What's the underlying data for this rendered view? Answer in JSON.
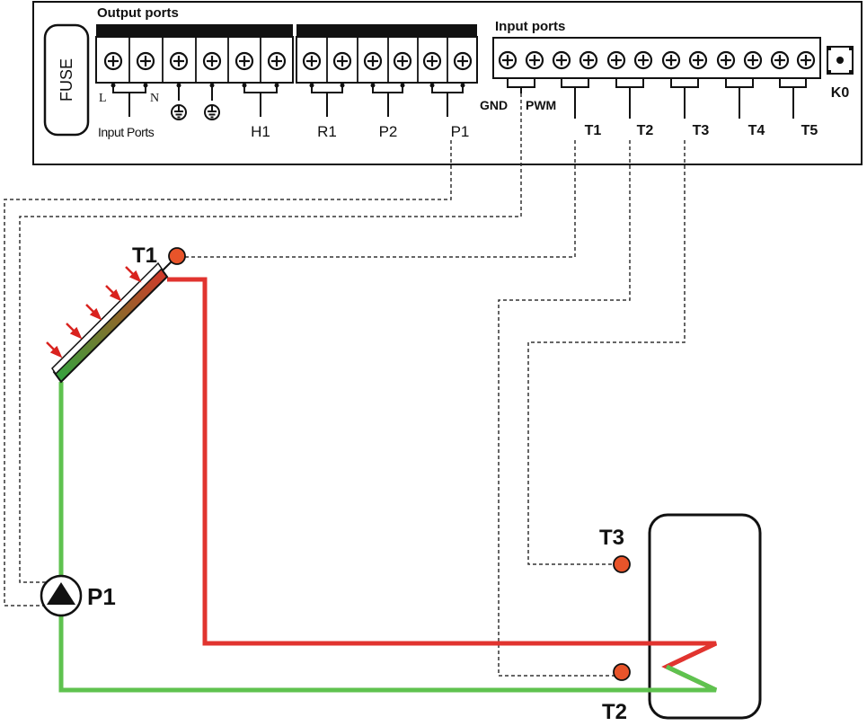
{
  "controller": {
    "fuse_label": "FUSE",
    "output_title": "Output ports",
    "input_title": "Input ports",
    "output_labels": {
      "L": "L",
      "N": "N",
      "input_ports": "Input Ports",
      "H1": "H1",
      "R1": "R1",
      "P2": "P2",
      "P1": "P1"
    },
    "input_labels": {
      "GND": "GND",
      "PWM": "PWM",
      "T1": "T1",
      "T2": "T2",
      "T3": "T3",
      "T4": "T4",
      "T5": "T5"
    },
    "button_label": "K0"
  },
  "system": {
    "collector_sensor": "T1",
    "pump": "P1",
    "tank_top_sensor": "T3",
    "tank_bottom_sensor": "T2"
  },
  "colors": {
    "hot_pipe": "#e1342f",
    "cold_pipe": "#5fc24f",
    "sensor": "#e8542a",
    "arrow": "#d9231f"
  }
}
